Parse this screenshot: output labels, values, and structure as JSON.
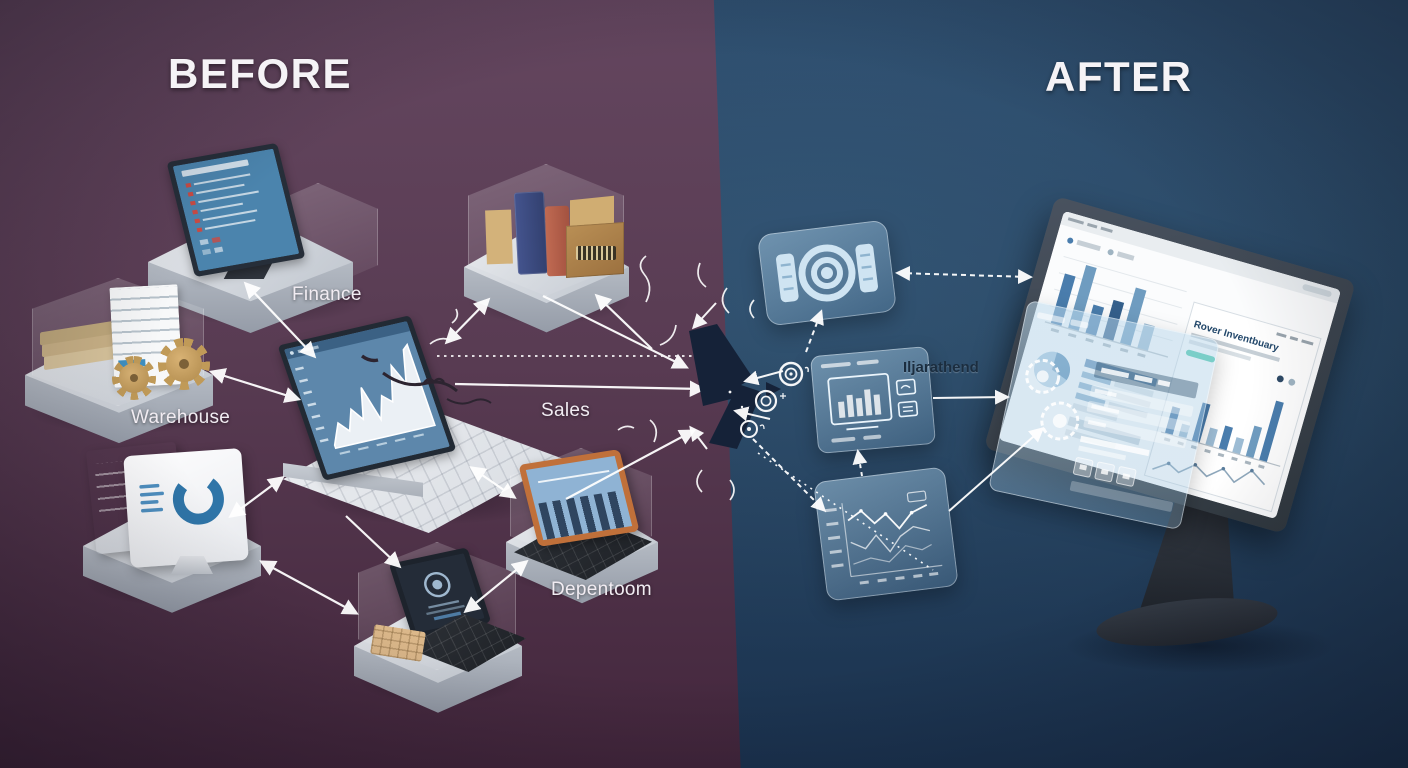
{
  "before": {
    "title": "BEFORE",
    "labels": {
      "finance": "Finance",
      "warehouse": "Warehouse",
      "sales": "Sales",
      "department": "Depentoom"
    }
  },
  "after": {
    "title": "AFTER",
    "integration_label": "Iljarathend",
    "dashboard_title": "Rover Inventbuary"
  },
  "colors": {
    "before_bg_top": "#64465f",
    "before_bg_bottom": "#43263c",
    "after_bg_top": "#2d4d6d",
    "after_bg_bottom": "#1b3350",
    "arrow": "#ffffff",
    "chevron": "#152238",
    "glass_blue": "#bcd9ec",
    "steel_blue": "#4a7dad",
    "teal_accent": "#45c9ab",
    "screen_blue": "#5d87ab",
    "orange_bezel": "#c0703a",
    "gold_gear": "#c59f5f"
  }
}
